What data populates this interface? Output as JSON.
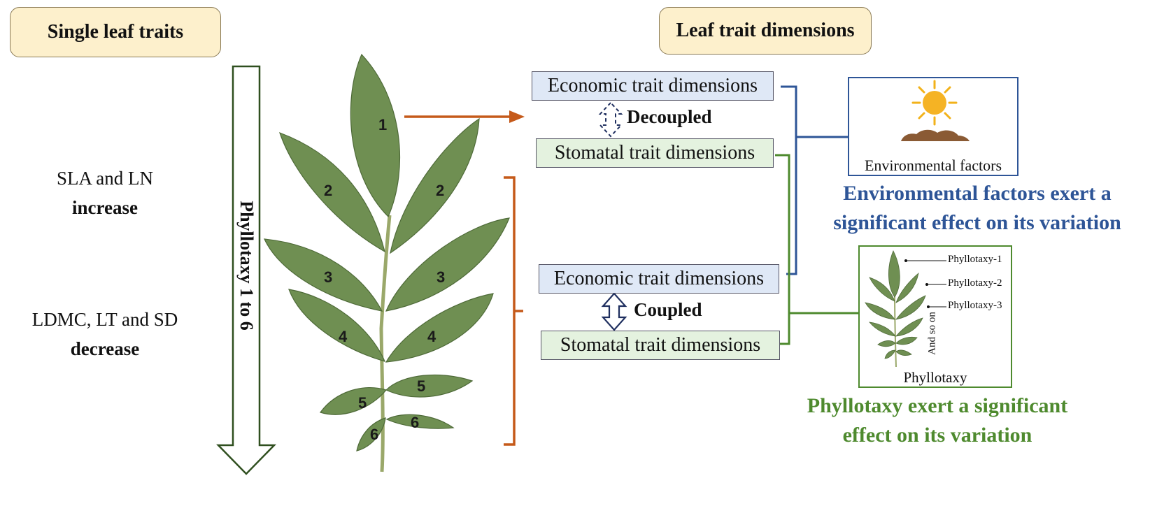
{
  "headers": {
    "single_leaf_traits": "Single leaf traits",
    "leaf_trait_dimensions": "Leaf trait dimensions"
  },
  "left_panel": {
    "increase_line1": "SLA and LN",
    "increase_line2": "increase",
    "decrease_line1": "LDMC, LT and SD",
    "decrease_line2": "decrease",
    "phyllotaxy_arrow_label": "Phyllotaxy 1 to 6"
  },
  "leaf": {
    "leaflet_numbers": [
      "1",
      "2",
      "2",
      "3",
      "3",
      "4",
      "4",
      "5",
      "5",
      "6",
      "6"
    ]
  },
  "top_group": {
    "economic": "Economic trait dimensions",
    "stomatal": "Stomatal trait dimensions",
    "relation": "Decoupled"
  },
  "bottom_group": {
    "economic": "Economic trait dimensions",
    "stomatal": "Stomatal trait dimensions",
    "relation": "Coupled"
  },
  "environment_panel": {
    "caption": "Environmental factors",
    "effect_line1": "Environmental factors exert a",
    "effect_line2": "significant effect on its variation"
  },
  "phyllotaxy_panel": {
    "labels": [
      "Phyllotaxy-1",
      "Phyllotaxy-2",
      "Phyllotaxy-3"
    ],
    "and_so_on": "And so on",
    "caption": "Phyllotaxy",
    "effect_line1": "Phyllotaxy exert a significant",
    "effect_line2": "effect on its variation"
  },
  "colors": {
    "header_fill": "#fdf0cc",
    "economic_fill": "#dfe8f6",
    "stomatal_fill": "#e4f2df",
    "orange": "#c55a1a",
    "blue": "#2e5597",
    "green": "#4e8a2e",
    "dark_green": "#2f4f1f",
    "leaf": "#6f8f52"
  }
}
